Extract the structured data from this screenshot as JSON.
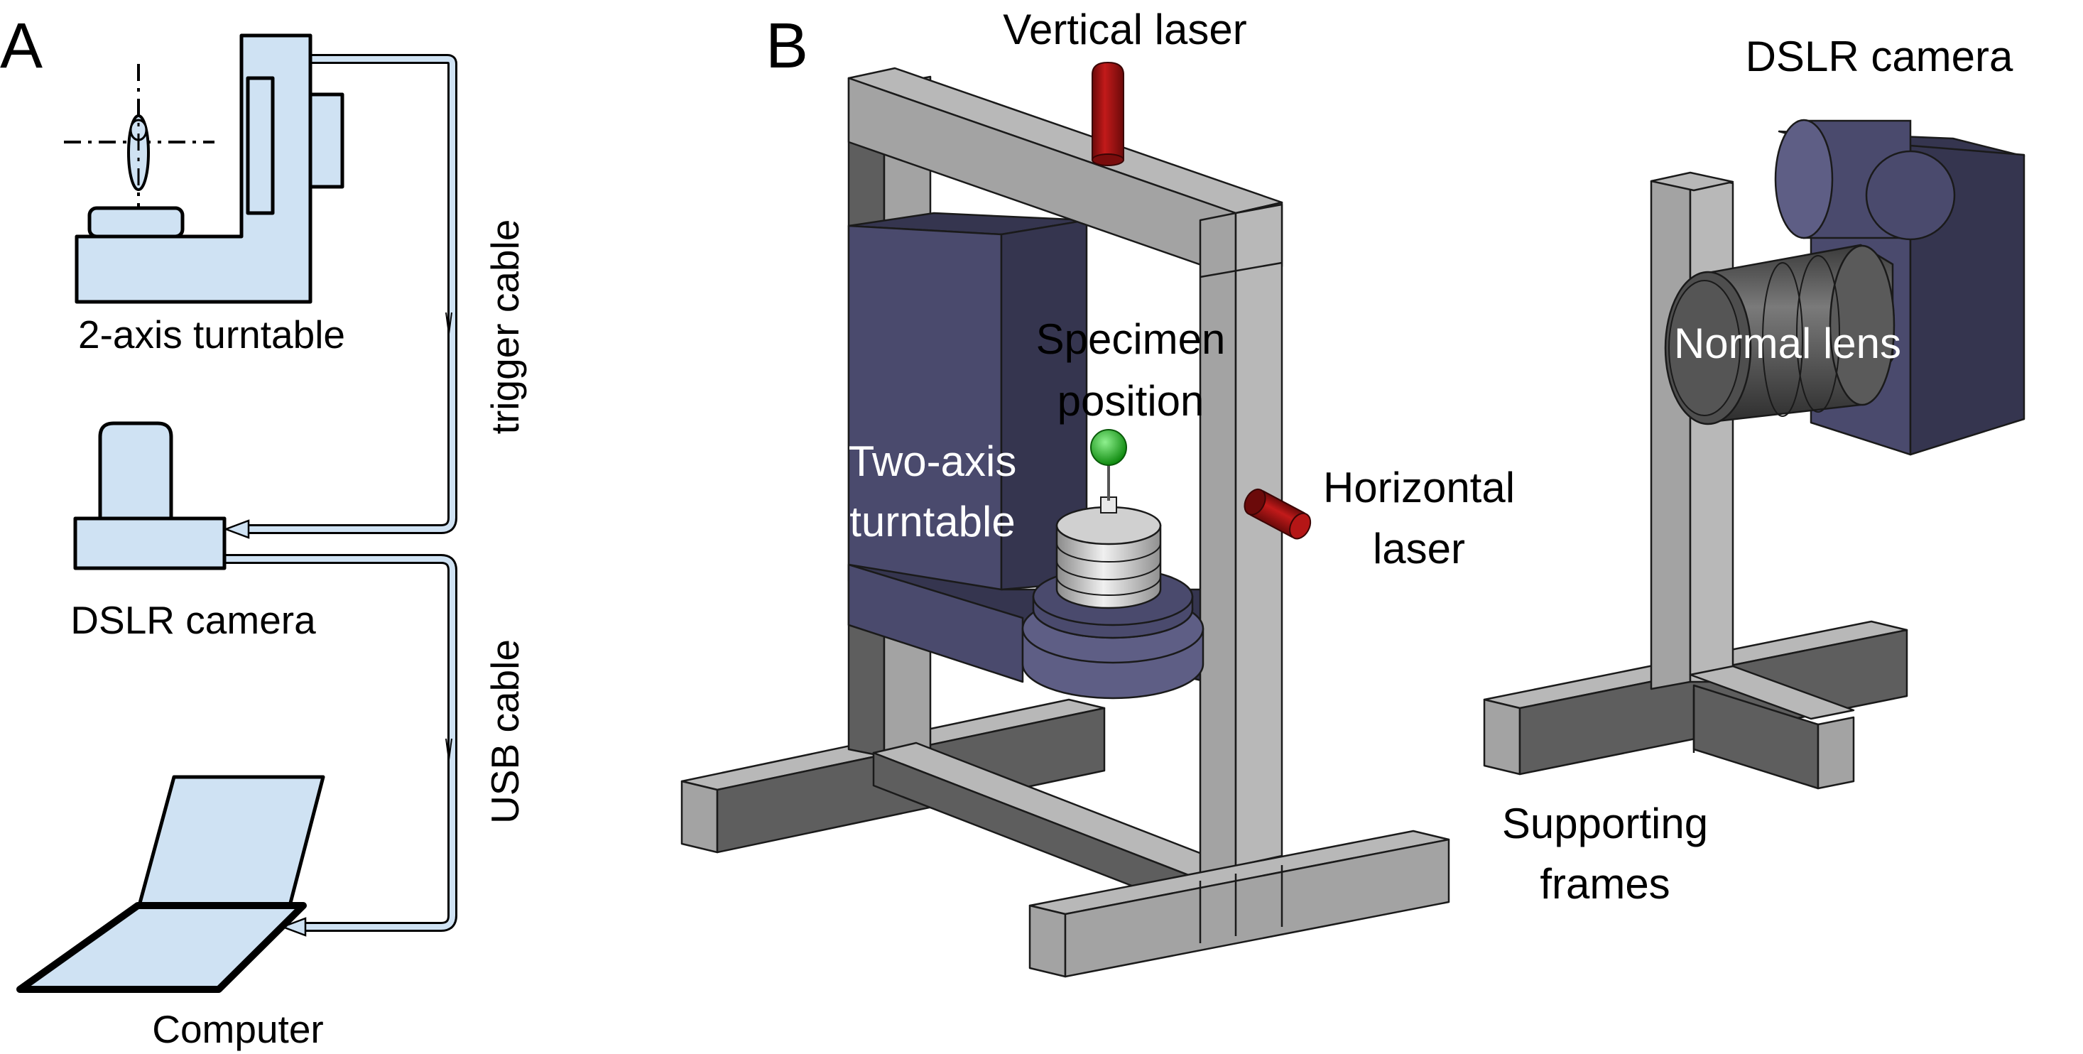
{
  "panels": {
    "a": "A",
    "b": "B"
  },
  "panel_a": {
    "turntable_label": "2-axis turntable",
    "camera_label": "DSLR camera",
    "computer_label": "Computer",
    "trigger_cable_label": "trigger cable",
    "usb_cable_label": "USB cable"
  },
  "panel_b": {
    "vertical_laser_label": "Vertical laser",
    "specimen_label_line1": "Specimen",
    "specimen_label_line2": "position",
    "turntable_label_line1": "Two-axis",
    "turntable_label_line2": "turntable",
    "horizontal_laser_label_line1": "Horizontal",
    "horizontal_laser_label_line2": "laser",
    "camera_label": "DSLR camera",
    "lens_label": "Normal lens",
    "frames_label_line1": "Supporting",
    "frames_label_line2": "frames"
  },
  "colors": {
    "schematic_fill": "#cfe2f3",
    "frame_gray": "#a3a3a3",
    "turntable_navy": "#4a4a6d",
    "laser_red": "#9b1111",
    "specimen_green": "#22b022"
  }
}
